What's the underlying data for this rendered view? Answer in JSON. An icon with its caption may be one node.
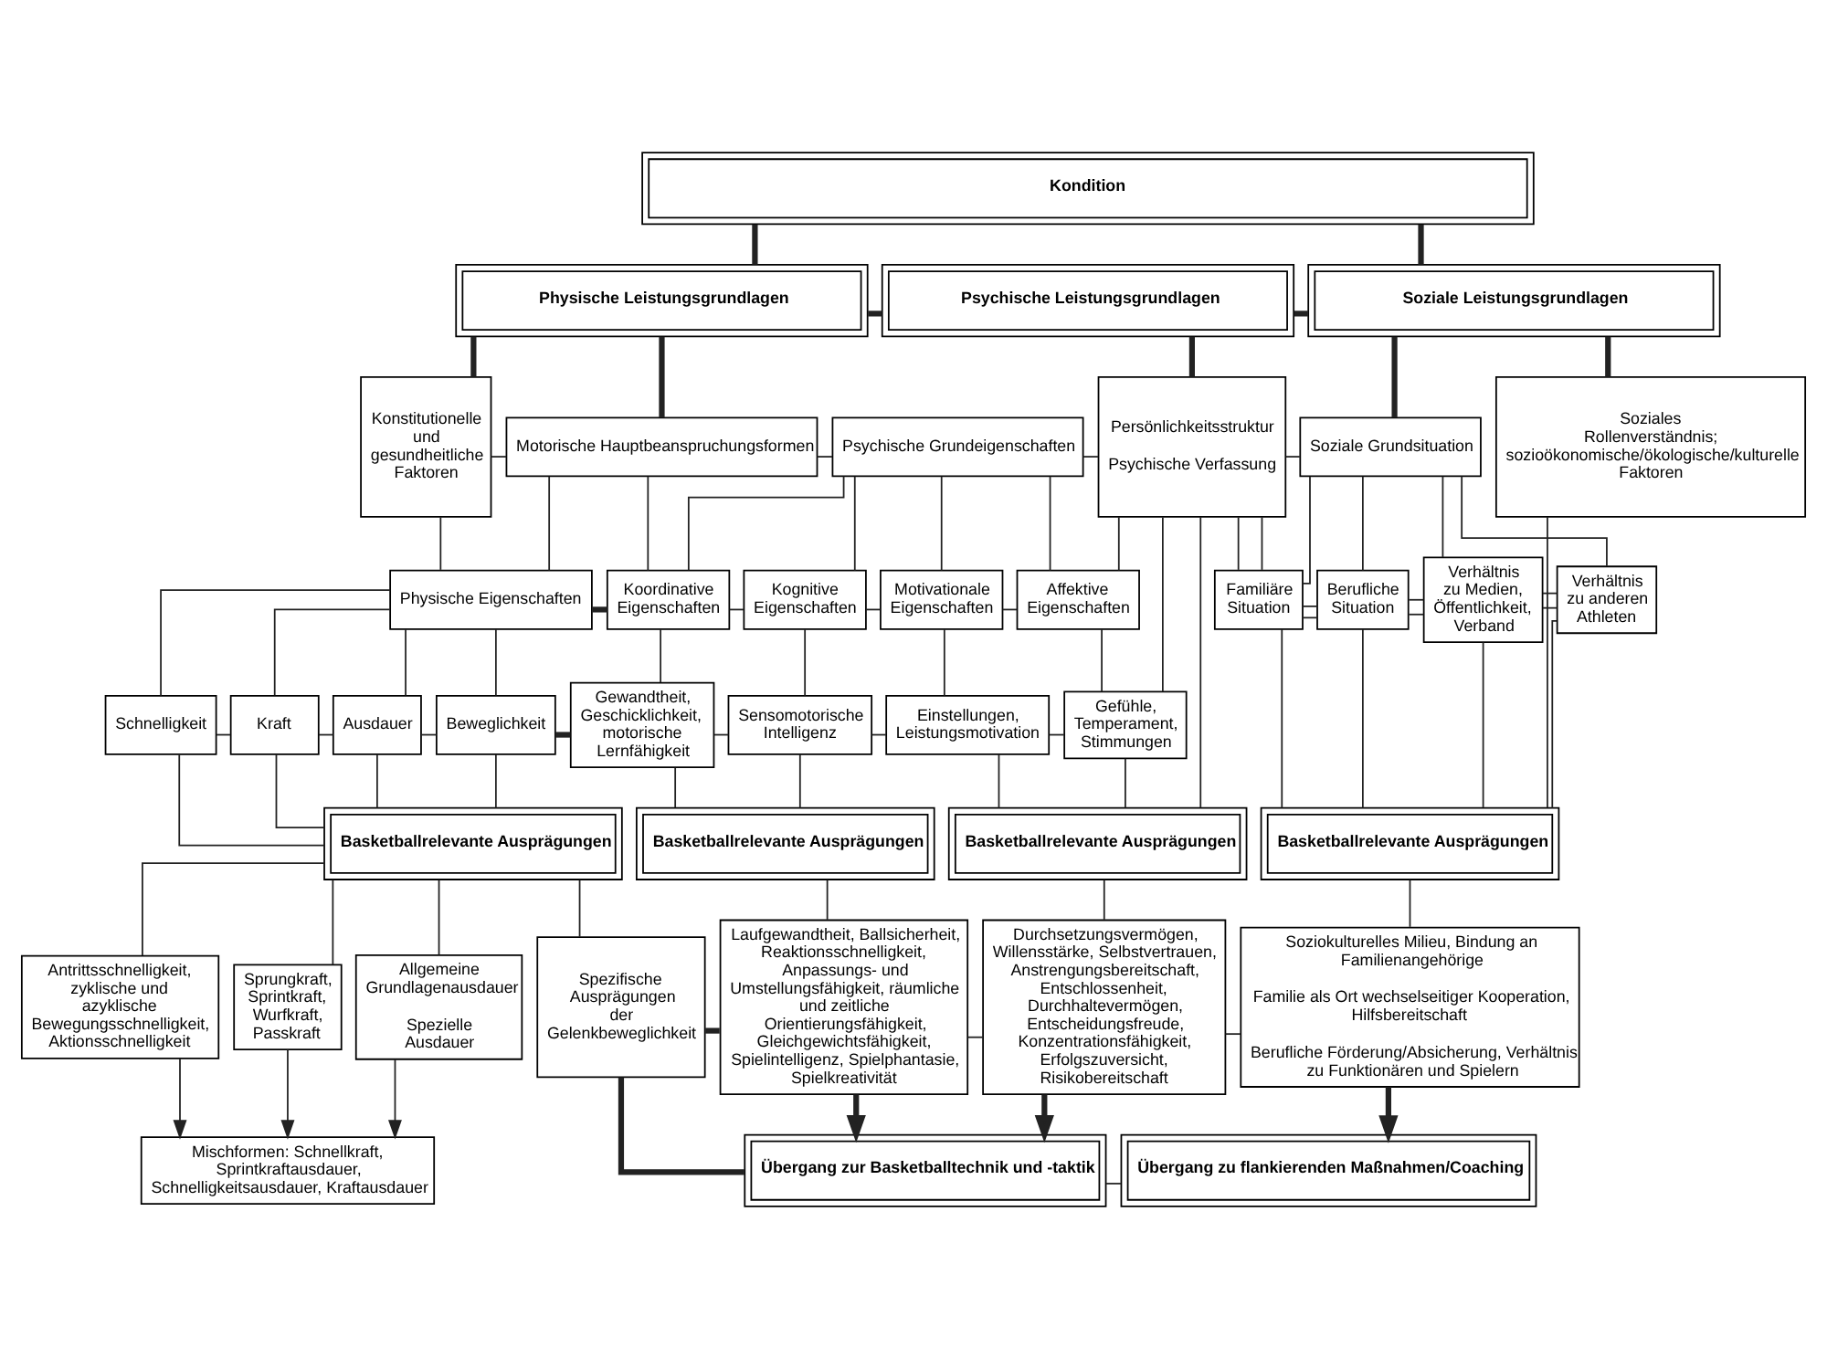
{
  "diagram": {
    "nodes": [
      {
        "text": [
          "Kondition"
        ]
      },
      {
        "text": [
          "Physische Leistungsgrundlagen"
        ]
      },
      {
        "text": [
          "Psychische Leistungsgrundlagen"
        ]
      },
      {
        "text": [
          "Soziale Leistungsgrundlagen"
        ]
      },
      {
        "text": [
          "Konstitutionelle und gesundheitliche Faktoren"
        ]
      },
      {
        "text": [
          "Motorische Hauptbeanspruchungsformen"
        ]
      },
      {
        "text": [
          "Psychische Grundeigenschaften"
        ]
      },
      {
        "text": [
          "Persönlichkeitsstruktur",
          "Psychische Verfassung"
        ]
      },
      {
        "text": [
          "Soziale Grundsituation"
        ]
      },
      {
        "text": [
          "Soziales Rollenverständnis; sozioökonomische/ökologische/kulturelle Faktoren"
        ]
      },
      {
        "text": [
          "Physische Eigenschaften"
        ]
      },
      {
        "text": [
          "Koordinative Eigenschaften"
        ]
      },
      {
        "text": [
          "Kognitive Eigenschaften"
        ]
      },
      {
        "text": [
          "Motivationale Eigenschaften"
        ]
      },
      {
        "text": [
          "Affektive Eigenschaften"
        ]
      },
      {
        "text": [
          "Familiäre Situation"
        ]
      },
      {
        "text": [
          "Berufliche Situation"
        ]
      },
      {
        "text": [
          "Verhältnis zu Medien, Öffentlichkeit, Verband"
        ]
      },
      {
        "text": [
          "Verhältnis zu anderen Athleten"
        ]
      },
      {
        "text": [
          "Schnelligkeit"
        ]
      },
      {
        "text": [
          "Kraft"
        ]
      },
      {
        "text": [
          "Ausdauer"
        ]
      },
      {
        "text": [
          "Beweglichkeit"
        ]
      },
      {
        "text": [
          "Gewandtheit, Geschicklichkeit, motorische Lernfähigkeit"
        ]
      },
      {
        "text": [
          "Sensomotorische Intelligenz"
        ]
      },
      {
        "text": [
          "Einstellungen, Leistungsmotivation"
        ]
      },
      {
        "text": [
          "Gefühle, Temperament, Stimmungen"
        ]
      },
      {
        "text": [
          "Basketballrelevante Ausprägungen"
        ]
      },
      {
        "text": [
          "Basketballrelevante Ausprägungen"
        ]
      },
      {
        "text": [
          "Basketballrelevante Ausprägungen"
        ]
      },
      {
        "text": [
          "Basketballrelevante Ausprägungen"
        ]
      },
      {
        "text": [
          "Antrittsschnelligkeit, zyklische und azyklische Bewegungsschnelligkeit, Aktionsschnelligkeit"
        ]
      },
      {
        "text": [
          "Sprungkraft, Sprintkraft, Wurfkraft, Passkraft"
        ]
      },
      {
        "text": [
          "Allgemeine Grundlagenausdauer",
          "Spezielle Ausdauer"
        ]
      },
      {
        "text": [
          "Spezifische Ausprägungen der Gelenkbeweglichkeit"
        ]
      },
      {
        "text": [
          "Laufgewandtheit, Ballsicherheit, Reaktionsschnelligkeit, Anpassungs- und Umstellungsfähigkeit, räumliche und zeitliche Orientierungsfähigkeit, Gleichgewichtsfähigkeit, Spielintelligenz, Spielphantasie, Spielkreativität"
        ]
      },
      {
        "text": [
          "Durchsetzungsvermögen, Willensstärke, Selbstvertrauen, Anstrengungsbereitschaft, Entschlossenheit, Durchhaltevermögen, Entscheidungsfreude, Konzentrationsfähigkeit, Erfolgszuversicht, Risikobereitschaft"
        ]
      },
      {
        "text": [
          "Soziokulturelles Milieu, Bindung an Familienangehörige",
          "Familie als Ort wechselseitiger Kooperation, Hilfsbereitschaft",
          "Berufliche Förderung/Absicherung, Verhältnis zu Funktionären und Spielern"
        ]
      },
      {
        "text": [
          "Mischformen: Schnellkraft, Sprintkraftausdauer, Schnelligkeitsausdauer, Kraftausdauer"
        ]
      },
      {
        "text": [
          "Übergang zur Basketballtechnik und -taktik"
        ]
      },
      {
        "text": [
          "Übergang zu flankierenden Maßnahmen/Coaching"
        ]
      }
    ],
    "edges": [
      {
        "from": 0,
        "to": 1,
        "arrow": "none",
        "style": "thick"
      },
      {
        "from": 0,
        "to": 3,
        "arrow": "none",
        "style": "thick"
      },
      {
        "from": 1,
        "to": 2,
        "arrow": "none",
        "style": "thick"
      },
      {
        "from": 2,
        "to": 3,
        "arrow": "none",
        "style": "thick"
      },
      {
        "from": 1,
        "to": 4,
        "arrow": "none",
        "style": "thick"
      },
      {
        "from": 1,
        "to": 5,
        "arrow": "none",
        "style": "thick"
      },
      {
        "from": 2,
        "to": 7,
        "arrow": "none",
        "style": "thick"
      },
      {
        "from": 3,
        "to": 8,
        "arrow": "none",
        "style": "thick"
      },
      {
        "from": 3,
        "to": 9,
        "arrow": "none",
        "style": "thick"
      },
      {
        "from": 4,
        "to": 5,
        "arrow": "none"
      },
      {
        "from": 5,
        "to": 6,
        "arrow": "none"
      },
      {
        "from": 6,
        "to": 7,
        "arrow": "none"
      },
      {
        "from": 7,
        "to": 8,
        "arrow": "none"
      },
      {
        "from": 5,
        "to": 10,
        "arrow": "none"
      },
      {
        "from": 5,
        "to": 11,
        "arrow": "none"
      },
      {
        "from": 6,
        "to": 11,
        "arrow": "none"
      },
      {
        "from": 6,
        "to": 12,
        "arrow": "none"
      },
      {
        "from": 6,
        "to": 13,
        "arrow": "none"
      },
      {
        "from": 6,
        "to": 14,
        "arrow": "none"
      },
      {
        "from": 8,
        "to": 15,
        "arrow": "none"
      },
      {
        "from": 8,
        "to": 16,
        "arrow": "none"
      },
      {
        "from": 8,
        "to": 17,
        "arrow": "none"
      },
      {
        "from": 8,
        "to": 18,
        "arrow": "none"
      },
      {
        "from": 4,
        "to": 10,
        "arrow": "none"
      },
      {
        "from": 10,
        "to": 11,
        "arrow": "none",
        "style": "thick"
      },
      {
        "from": 11,
        "to": 12,
        "arrow": "none"
      },
      {
        "from": 12,
        "to": 13,
        "arrow": "none"
      },
      {
        "from": 13,
        "to": 14,
        "arrow": "none"
      },
      {
        "from": 14,
        "to": 7,
        "arrow": "none"
      },
      {
        "from": 7,
        "to": 15,
        "arrow": "none"
      },
      {
        "from": 15,
        "to": 16,
        "arrow": "none"
      },
      {
        "from": 16,
        "to": 17,
        "arrow": "none"
      },
      {
        "from": 17,
        "to": 18,
        "arrow": "none"
      },
      {
        "from": 10,
        "to": 19,
        "arrow": "none"
      },
      {
        "from": 10,
        "to": 20,
        "arrow": "none"
      },
      {
        "from": 10,
        "to": 21,
        "arrow": "none"
      },
      {
        "from": 10,
        "to": 22,
        "arrow": "none"
      },
      {
        "from": 11,
        "to": 23,
        "arrow": "none"
      },
      {
        "from": 12,
        "to": 24,
        "arrow": "none"
      },
      {
        "from": 13,
        "to": 25,
        "arrow": "none"
      },
      {
        "from": 14,
        "to": 26,
        "arrow": "none"
      },
      {
        "from": 19,
        "to": 20,
        "arrow": "none"
      },
      {
        "from": 20,
        "to": 21,
        "arrow": "none"
      },
      {
        "from": 21,
        "to": 22,
        "arrow": "none"
      },
      {
        "from": 22,
        "to": 23,
        "arrow": "none",
        "style": "thick"
      },
      {
        "from": 23,
        "to": 24,
        "arrow": "none"
      },
      {
        "from": 24,
        "to": 25,
        "arrow": "none"
      },
      {
        "from": 25,
        "to": 26,
        "arrow": "none"
      },
      {
        "from": 26,
        "to": 7,
        "arrow": "none"
      },
      {
        "from": 7,
        "to": 15,
        "arrow": "none"
      },
      {
        "from": 15,
        "to": 16,
        "arrow": "none"
      },
      {
        "from": 16,
        "to": 17,
        "arrow": "none"
      },
      {
        "from": 17,
        "to": 18,
        "arrow": "none"
      },
      {
        "from": 19,
        "to": 27,
        "arrow": "none"
      },
      {
        "from": 20,
        "to": 27,
        "arrow": "none"
      },
      {
        "from": 21,
        "to": 27,
        "arrow": "none"
      },
      {
        "from": 22,
        "to": 27,
        "arrow": "none"
      },
      {
        "from": 23,
        "to": 28,
        "arrow": "none"
      },
      {
        "from": 24,
        "to": 28,
        "arrow": "none"
      },
      {
        "from": 25,
        "to": 29,
        "arrow": "none"
      },
      {
        "from": 26,
        "to": 29,
        "arrow": "none"
      },
      {
        "from": 7,
        "to": 29,
        "arrow": "none"
      },
      {
        "from": 15,
        "to": 30,
        "arrow": "none"
      },
      {
        "from": 16,
        "to": 30,
        "arrow": "none"
      },
      {
        "from": 17,
        "to": 30,
        "arrow": "none"
      },
      {
        "from": 18,
        "to": 30,
        "arrow": "none"
      },
      {
        "from": 9,
        "to": 30,
        "arrow": "none"
      },
      {
        "from": 27,
        "to": 31,
        "arrow": "none"
      },
      {
        "from": 27,
        "to": 32,
        "arrow": "none"
      },
      {
        "from": 27,
        "to": 33,
        "arrow": "none"
      },
      {
        "from": 27,
        "to": 34,
        "arrow": "none"
      },
      {
        "from": 28,
        "to": 35,
        "arrow": "none"
      },
      {
        "from": 29,
        "to": 36,
        "arrow": "none"
      },
      {
        "from": 30,
        "to": 37,
        "arrow": "none"
      },
      {
        "from": 34,
        "to": 35,
        "arrow": "none",
        "style": "thick"
      },
      {
        "from": 35,
        "to": 36,
        "arrow": "none"
      },
      {
        "from": 36,
        "to": 37,
        "arrow": "none"
      },
      {
        "from": 31,
        "to": 38,
        "arrow": "to"
      },
      {
        "from": 32,
        "to": 38,
        "arrow": "to"
      },
      {
        "from": 33,
        "to": 38,
        "arrow": "to"
      },
      {
        "from": 35,
        "to": 39,
        "arrow": "to",
        "style": "thick"
      },
      {
        "from": 36,
        "to": 39,
        "arrow": "to",
        "style": "thick"
      },
      {
        "from": 37,
        "to": 40,
        "arrow": "to",
        "style": "thick"
      },
      {
        "from": 34,
        "to": 39,
        "arrow": "none",
        "style": "thick"
      },
      {
        "from": 39,
        "to": 40,
        "arrow": "none"
      }
    ]
  }
}
